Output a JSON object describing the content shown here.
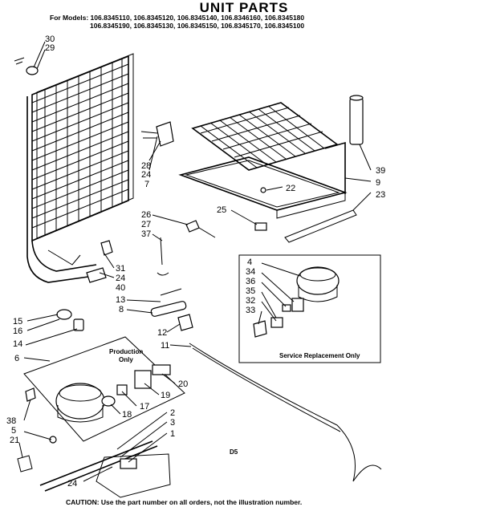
{
  "title": "UNIT PARTS",
  "models_line1": "For Models: 106.8345110, 106.8345120, 106.8345140, 106.8346160, 106.8345180",
  "models_line2": "106.8345190, 106.8345130, 106.8345150, 106.8345170, 106.8345100",
  "production_label_1": "Production",
  "production_label_2": "Only",
  "service_label": "Service Replacement Only",
  "diagram_code": "D5",
  "caution": "CAUTION: Use the part number on all orders, not the illustration number.",
  "callouts": {
    "c30": "30",
    "c29": "29",
    "c28": "28",
    "c24a": "24",
    "c7": "7",
    "c39": "39",
    "c9": "9",
    "c23": "23",
    "c22": "22",
    "c25": "25",
    "c26": "26",
    "c27": "27",
    "c37": "37",
    "c31": "31",
    "c24b": "24",
    "c40": "40",
    "c13": "13",
    "c8": "8",
    "c12": "12",
    "c11": "11",
    "c15": "15",
    "c16": "16",
    "c14": "14",
    "c6": "6",
    "c20": "20",
    "c19": "19",
    "c17": "17",
    "c18": "18",
    "c38": "38",
    "c5": "5",
    "c21": "21",
    "c24c": "24",
    "c2": "2",
    "c3": "3",
    "c1": "1",
    "c4": "4",
    "c34": "34",
    "c36": "36",
    "c35": "35",
    "c32": "32",
    "c33": "33"
  }
}
